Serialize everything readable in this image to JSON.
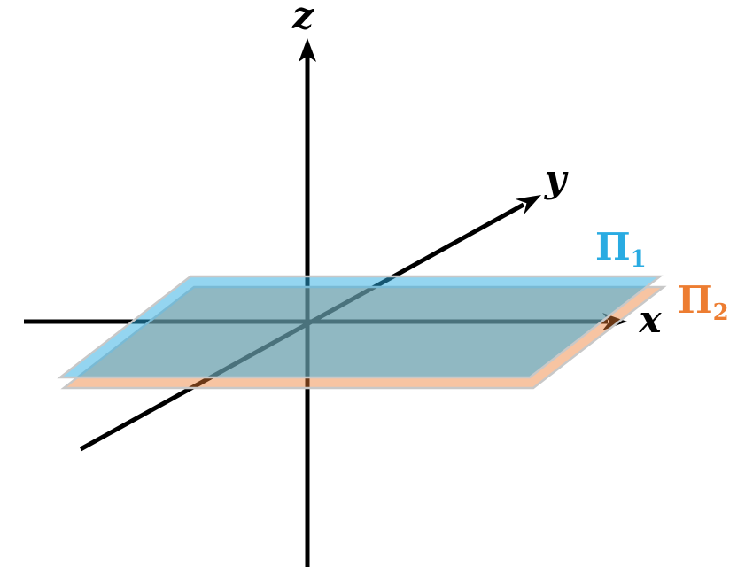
{
  "diagram": {
    "axis_color": "#000000",
    "outline_color": "#C8C8C8",
    "axes": {
      "x_label": "x",
      "y_label": "y",
      "z_label": "z"
    },
    "planes": [
      {
        "symbol": "Π",
        "subscript": "1",
        "color": "#29ABE2"
      },
      {
        "symbol": "Π",
        "subscript": "2",
        "color": "#ED7D31"
      }
    ]
  }
}
